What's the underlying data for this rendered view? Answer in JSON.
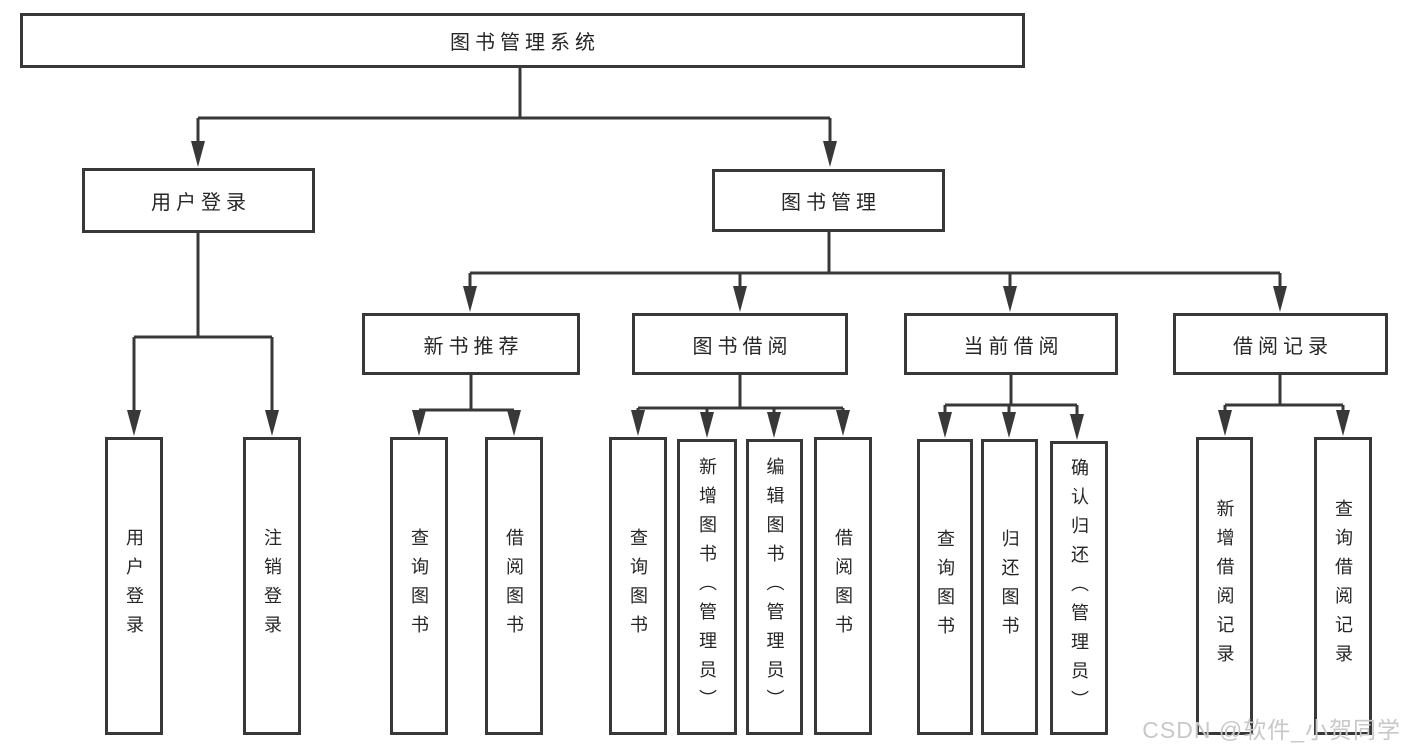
{
  "diagram": {
    "type": "hierarchy-tree",
    "root": {
      "label": "图书管理系统"
    },
    "level2": [
      {
        "label": "用户登录",
        "parent": "图书管理系统"
      },
      {
        "label": "图书管理",
        "parent": "图书管理系统"
      }
    ],
    "level3": [
      {
        "label": "新书推荐",
        "parent": "图书管理"
      },
      {
        "label": "图书借阅",
        "parent": "图书管理"
      },
      {
        "label": "当前借阅",
        "parent": "图书管理"
      },
      {
        "label": "借阅记录",
        "parent": "图书管理"
      }
    ],
    "leaves": [
      {
        "label": "用户登录",
        "parent": "用户登录"
      },
      {
        "label": "注销登录",
        "parent": "用户登录"
      },
      {
        "label": "查询图书",
        "parent": "新书推荐"
      },
      {
        "label": "借阅图书",
        "parent": "新书推荐"
      },
      {
        "label": "查询图书",
        "parent": "图书借阅"
      },
      {
        "label": "新增图书（管理员）",
        "parent": "图书借阅"
      },
      {
        "label": "编辑图书（管理员）",
        "parent": "图书借阅"
      },
      {
        "label": "借阅图书",
        "parent": "图书借阅"
      },
      {
        "label": "查询图书",
        "parent": "当前借阅"
      },
      {
        "label": "归还图书",
        "parent": "当前借阅"
      },
      {
        "label": "确认归还（管理员）",
        "parent": "当前借阅"
      },
      {
        "label": "新增借阅记录",
        "parent": "借阅记录"
      },
      {
        "label": "查询借阅记录",
        "parent": "借阅记录"
      }
    ]
  },
  "watermark": {
    "text": "CSDN @软件_小贺同学"
  },
  "colors": {
    "line": "#383838",
    "box_border": "#383838",
    "text": "#262626",
    "watermark": "#c8c8c8",
    "background": "#ffffff"
  }
}
